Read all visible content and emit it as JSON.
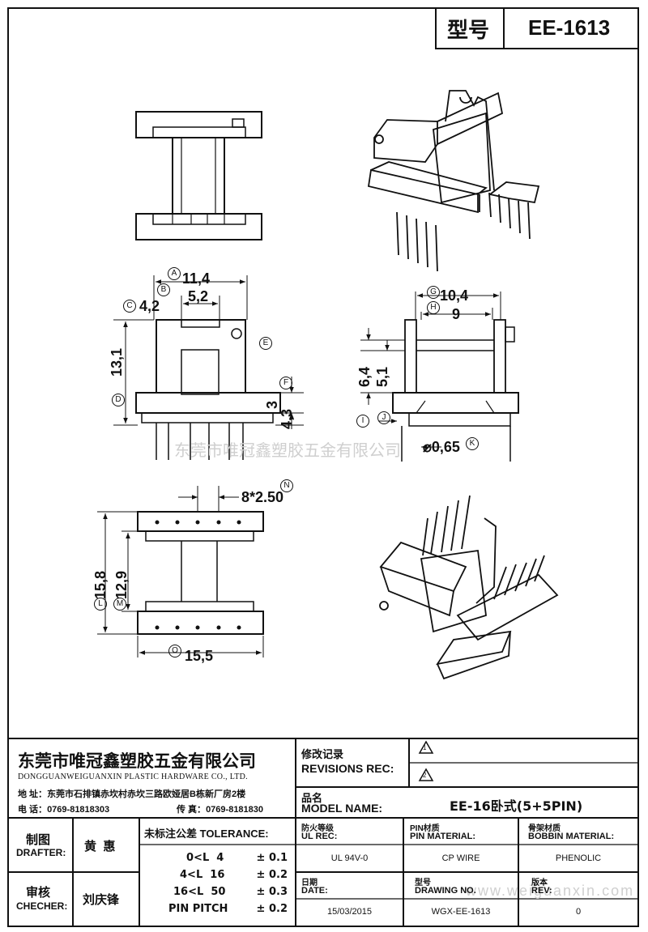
{
  "header": {
    "model_label": "型号",
    "model_value": "EE-1613"
  },
  "dimensions": {
    "a": "11,4",
    "b": "5,2",
    "c": "4,2",
    "d": "13,1",
    "f": "3",
    "g_h": "4,3",
    "top_w": "10,4",
    "top_h": "9",
    "i": "6,4",
    "j": "5,1",
    "pin_dia": "0,65",
    "pitch": "8*2.50",
    "l": "15,8",
    "m": "12,9",
    "o": "15,5"
  },
  "markers": {
    "A": "A",
    "B": "B",
    "C": "C",
    "D": "D",
    "E": "E",
    "F": "F",
    "G": "G",
    "H": "H",
    "I": "I",
    "J": "J",
    "K": "K",
    "L": "L",
    "M": "M",
    "N": "N",
    "O": "O"
  },
  "watermark": {
    "company": "东莞市唯冠鑫塑胶五金有限公司",
    "url": "www.weiguanxin.com"
  },
  "company": {
    "name_cn": "东莞市唯冠鑫塑胶五金有限公司",
    "name_en": "DONGGUANWEIGUANXIN PLASTIC HARDWARE CO., LTD.",
    "address_label": "地  址：",
    "address": "东莞市石排镇赤坎村赤坎三路欧娅居B栋新厂房2楼",
    "tel_label": "电  话：",
    "tel": "0769-81818303",
    "fax_label": "传  真：",
    "fax": "0769-8181830"
  },
  "revisions": {
    "label_cn": "修改记录",
    "label_en": "REVISIONS REC:",
    "rev1": "1",
    "rev2": "2"
  },
  "model": {
    "label_cn": "品名",
    "label_en": "MODEL NAME:",
    "value": "EE-16卧式(5+5PIN)"
  },
  "drafter": {
    "label_cn": "制图",
    "label_en": "DRAFTER:",
    "name": "黄  惠"
  },
  "checker": {
    "label_cn": "审核",
    "label_en": "CHECHER:",
    "name": "刘庆锋"
  },
  "tolerance": {
    "label_cn": "未标注公差",
    "label_en": "TOLERANCE:",
    "rows": [
      {
        "range": "0<L  4",
        "value": "± 0.1"
      },
      {
        "range": "4<L  16",
        "value": "± 0.2"
      },
      {
        "range": "16<L  50",
        "value": "± 0.3"
      },
      {
        "range": "PIN PITCH",
        "value": "± 0.2"
      }
    ]
  },
  "specs": {
    "ul_cn": "防火等级",
    "ul_en": "UL REC:",
    "ul_value": "UL 94V-0",
    "pin_cn": "PIN材质",
    "pin_en": "PIN MATERIAL:",
    "pin_value": "CP WIRE",
    "bobbin_cn": "骨架材质",
    "bobbin_en": "BOBBIN MATERIAL:",
    "bobbin_value": "PHENOLIC",
    "date_cn": "日期",
    "date_en": "DATE:",
    "date_value": "15/03/2015",
    "drawing_cn": "型号",
    "drawing_en": "DRAWING NO.",
    "drawing_value": "WGX-EE-1613",
    "rev_cn": "版本",
    "rev_en": "REV:",
    "rev_value": "0"
  }
}
